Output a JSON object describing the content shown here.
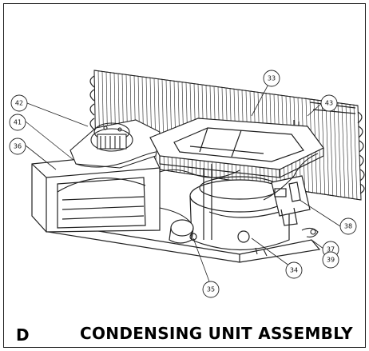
{
  "figure": {
    "letter": "D",
    "title": "CONDENSING UNIT ASSEMBLY"
  },
  "callouts": [
    {
      "id": "c33",
      "label": "33"
    },
    {
      "id": "c43",
      "label": "43"
    },
    {
      "id": "c42",
      "label": "42"
    },
    {
      "id": "c41",
      "label": "41"
    },
    {
      "id": "c36",
      "label": "36"
    },
    {
      "id": "c38",
      "label": "38"
    },
    {
      "id": "c37",
      "label": "37"
    },
    {
      "id": "c39",
      "label": "39"
    },
    {
      "id": "c34",
      "label": "34"
    },
    {
      "id": "c35",
      "label": "35"
    }
  ]
}
